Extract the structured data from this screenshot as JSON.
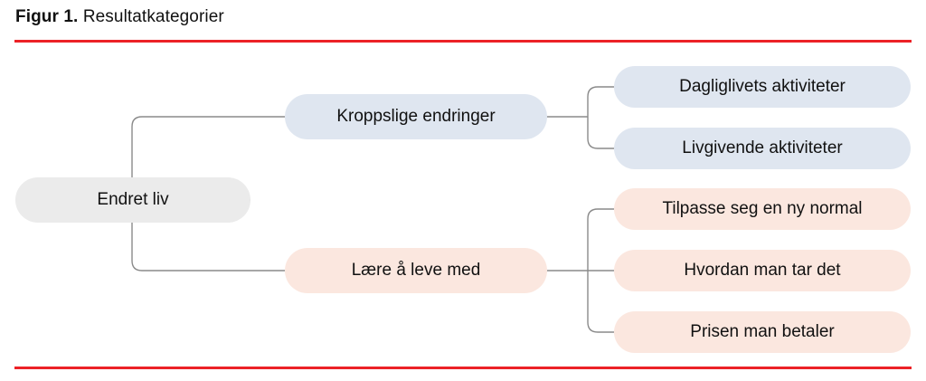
{
  "figure": {
    "caption_label": "Figur 1.",
    "caption_text": "Resultatkategorier",
    "rule_color": "#ec2227"
  },
  "diagram": {
    "type": "tree",
    "orientation": "left-to-right",
    "connector_color": "#8a8a8a",
    "root": {
      "label": "Endret liv",
      "color": "#ebebeb"
    },
    "branches": [
      {
        "label": "Kroppslige endringer",
        "color": "#dfe6f0",
        "children": [
          {
            "label": "Dagliglivets aktiviteter",
            "color": "#dfe6f0"
          },
          {
            "label": "Livgivende aktiviteter",
            "color": "#dfe6f0"
          }
        ]
      },
      {
        "label": "Lære å leve med",
        "color": "#fbe7df",
        "children": [
          {
            "label": "Tilpasse seg en ny normal",
            "color": "#fbe7df"
          },
          {
            "label": "Hvordan man tar det",
            "color": "#fbe7df"
          },
          {
            "label": "Prisen man betaler",
            "color": "#fbe7df"
          }
        ]
      }
    ]
  }
}
